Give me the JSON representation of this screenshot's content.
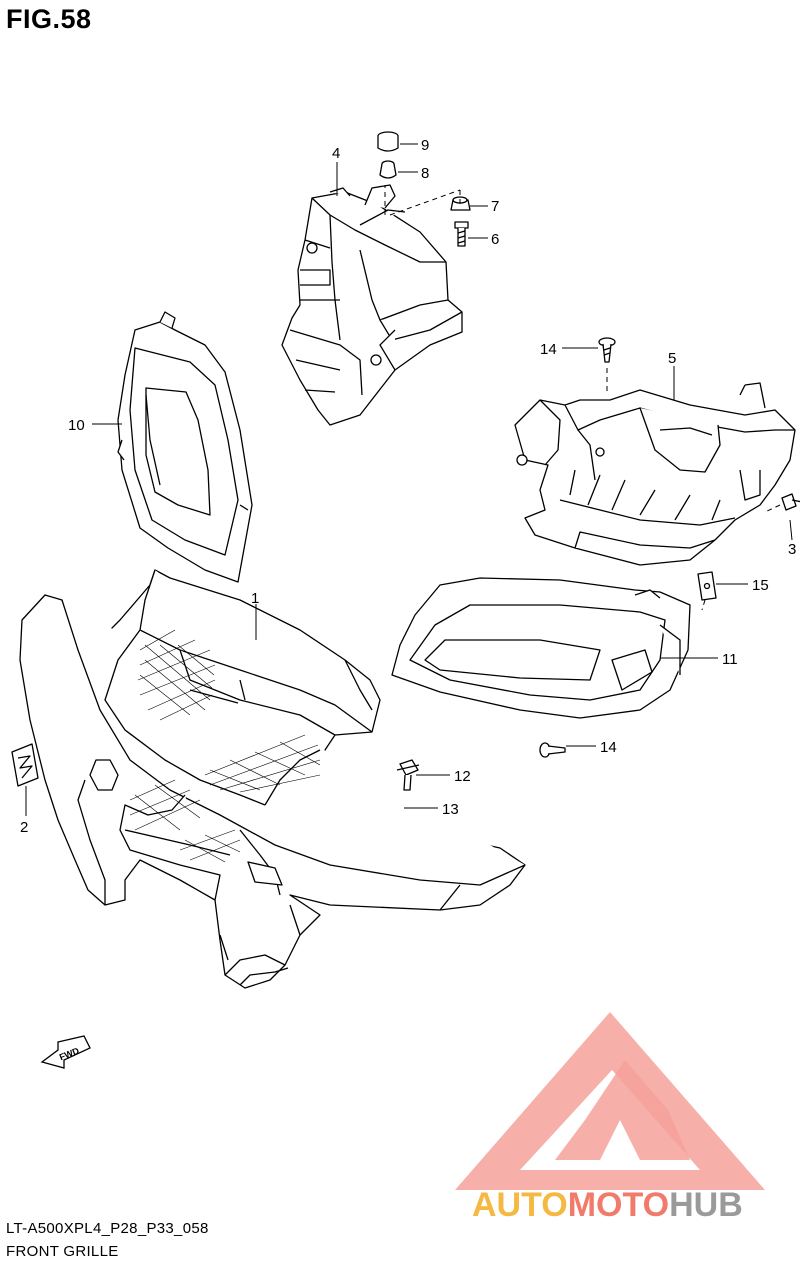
{
  "figure": {
    "title": "FIG.58",
    "code": "LT-A500XPL4_P28_P33_058",
    "name": "FRONT GRILLE"
  },
  "callouts": {
    "p1": "1",
    "p2": "2",
    "p3": "3",
    "p4": "4",
    "p5": "5",
    "p6": "6",
    "p7": "7",
    "p8": "8",
    "p9": "9",
    "p10": "10",
    "p11": "11",
    "p12": "12",
    "p13": "13",
    "p14a": "14",
    "p14b": "14",
    "p15": "15"
  },
  "direction_badge": "FWD",
  "watermark": {
    "part1": "AUTO",
    "part2": "MOTO",
    "part3": "HUB",
    "colors": {
      "logo": "#f08080",
      "part1": "#f5b942",
      "part2": "#f27a6a",
      "part3": "#9a9a9a"
    }
  }
}
